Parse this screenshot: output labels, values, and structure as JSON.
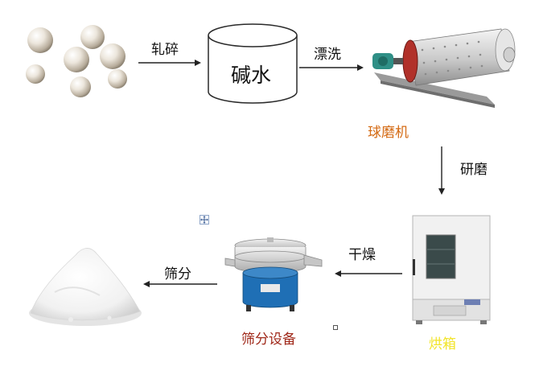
{
  "edges": {
    "crush": "轧碎",
    "rinse": "漂洗",
    "grind": "研磨",
    "dry": "干燥",
    "sieve": "筛分"
  },
  "nodes": {
    "alkali_water": "碱水",
    "ball_mill": "球磨机",
    "oven": "烘箱",
    "sieve_equipment": "筛分设备"
  },
  "colors": {
    "ball_mill_label": "#d46a13",
    "oven_label": "#f2e42a",
    "sieve_label": "#a0291a",
    "arrow": "#222222",
    "oven_panel": "#6d7fb3",
    "sieve_base": "#1f6fb5"
  },
  "icons": {
    "move_handle": "move-icon",
    "resize_handle": "resize-handle-icon"
  }
}
